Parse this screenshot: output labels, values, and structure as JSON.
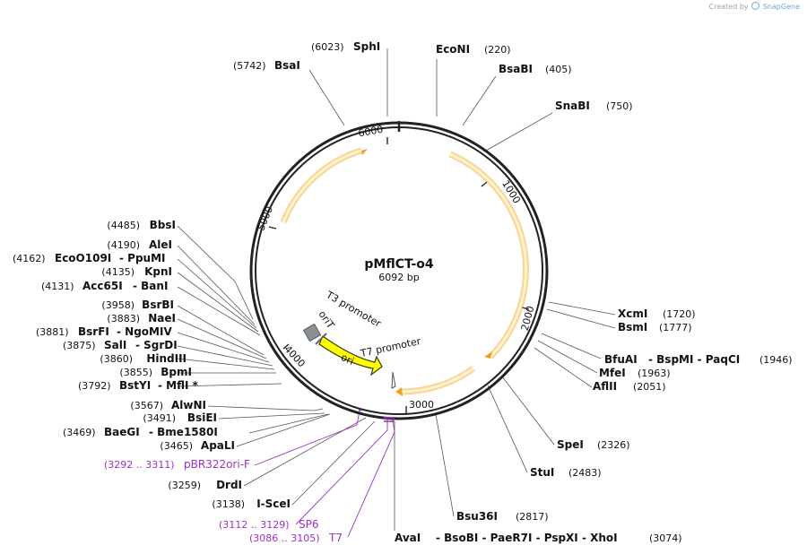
{
  "credit": {
    "created_by": "Created by",
    "brand": "SnapGene"
  },
  "plasmid": {
    "name": "pMflCT-o4",
    "length_label": "6092 bp",
    "length": 6092
  },
  "colors": {
    "backbone": "#222222",
    "arrow_fill": "#fff3c8",
    "arrow_stroke": "#f0a020",
    "ori_fill": "#ffff00",
    "primer": "#9b30c8",
    "leader": "#555555",
    "orit_fill": "#8a8f95"
  },
  "ticks": [
    "1000",
    "2000",
    "3000",
    "4000",
    "5000",
    "6000"
  ],
  "features": {
    "t3_promoter": "T3 promoter",
    "orit": "oriT",
    "ori": "ori",
    "t7_promoter": "T7 promoter"
  },
  "sites": [
    {
      "name": "SphI",
      "pos": "(6023)"
    },
    {
      "name": "EcoNI",
      "pos": "(220)"
    },
    {
      "name": "BsaBI",
      "pos": "(405)"
    },
    {
      "name": "BsaI",
      "pos": "(5742)"
    },
    {
      "name": "SnaBI",
      "pos": "(750)"
    },
    {
      "name": "BbsI",
      "pos": "(4485)"
    },
    {
      "name": "AleI",
      "pos": "(4190)"
    },
    {
      "name": "EcoO109I",
      "extra": "- PpuMI",
      "pos": "(4162)"
    },
    {
      "name": "KpnI",
      "pos": "(4135)"
    },
    {
      "name": "Acc65I",
      "extra": "- BanI",
      "pos": "(4131)"
    },
    {
      "name": "BsrBI",
      "pos": "(3958)"
    },
    {
      "name": "NaeI",
      "pos": "(3883)"
    },
    {
      "name": "BsrFI",
      "extra": "- NgoMIV",
      "pos": "(3881)"
    },
    {
      "name": "SalI",
      "extra": "- SgrDI",
      "pos": "(3875)"
    },
    {
      "name": "HindIII",
      "pos": "(3860)"
    },
    {
      "name": "BpmI",
      "pos": "(3855)"
    },
    {
      "name": "BstYI",
      "extra": "- MflI *",
      "pos": "(3792)"
    },
    {
      "name": "AlwNI",
      "pos": "(3567)"
    },
    {
      "name": "BsiEI",
      "pos": "(3491)"
    },
    {
      "name": "BaeGI",
      "extra": "- Bme1580I",
      "pos": "(3469)"
    },
    {
      "name": "ApaLI",
      "pos": "(3465)"
    },
    {
      "name": "DrdI",
      "pos": "(3259)"
    },
    {
      "name": "I-SceI",
      "pos": "(3138)"
    },
    {
      "name": "XcmI",
      "pos": "(1720)"
    },
    {
      "name": "BsmI",
      "pos": "(1777)"
    },
    {
      "name": "BfuAI",
      "extra": "- BspMI - PaqCI",
      "pos": "(1946)"
    },
    {
      "name": "MfeI",
      "pos": "(1963)"
    },
    {
      "name": "AflII",
      "pos": "(2051)"
    },
    {
      "name": "SpeI",
      "pos": "(2326)"
    },
    {
      "name": "StuI",
      "pos": "(2483)"
    },
    {
      "name": "Bsu36I",
      "pos": "(2817)"
    },
    {
      "name": "AvaI",
      "extra": "- BsoBI - PaeR7I - PspXI - XhoI",
      "pos": "(3074)"
    }
  ],
  "primers": [
    {
      "range": "(3292 .. 3311)",
      "name": "pBR322ori-F"
    },
    {
      "range": "(3112 .. 3129)",
      "name": "SP6"
    },
    {
      "range": "(3086 .. 3105)",
      "name": "T7"
    }
  ]
}
